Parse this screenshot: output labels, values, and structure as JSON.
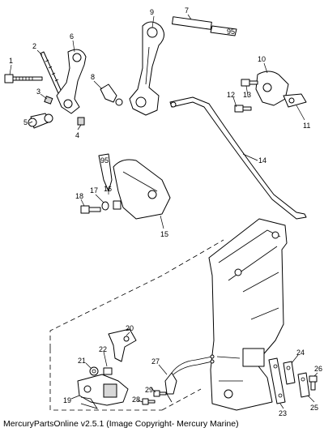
{
  "diagram": {
    "callouts": [
      {
        "id": "c1",
        "label": "1"
      },
      {
        "id": "c2",
        "label": "2"
      },
      {
        "id": "c3",
        "label": "3"
      },
      {
        "id": "c4",
        "label": "4"
      },
      {
        "id": "c5",
        "label": "5"
      },
      {
        "id": "c6",
        "label": "6"
      },
      {
        "id": "c7",
        "label": "7"
      },
      {
        "id": "c8",
        "label": "8"
      },
      {
        "id": "c9",
        "label": "9"
      },
      {
        "id": "c10",
        "label": "10"
      },
      {
        "id": "c11",
        "label": "11"
      },
      {
        "id": "c12",
        "label": "12"
      },
      {
        "id": "c13",
        "label": "13"
      },
      {
        "id": "c14",
        "label": "14"
      },
      {
        "id": "c15",
        "label": "15"
      },
      {
        "id": "c16",
        "label": "16"
      },
      {
        "id": "c17",
        "label": "17"
      },
      {
        "id": "c18",
        "label": "18"
      },
      {
        "id": "c19",
        "label": "19"
      },
      {
        "id": "c20",
        "label": "20"
      },
      {
        "id": "c21",
        "label": "21"
      },
      {
        "id": "c22",
        "label": "22"
      },
      {
        "id": "c23",
        "label": "23"
      },
      {
        "id": "c24",
        "label": "24"
      },
      {
        "id": "c25",
        "label": "25"
      },
      {
        "id": "c26",
        "label": "26"
      },
      {
        "id": "c27",
        "label": "27"
      },
      {
        "id": "c28",
        "label": "28"
      },
      {
        "id": "c29",
        "label": "29"
      }
    ],
    "tags": {
      "tube_7": "95",
      "tube_16": "95"
    }
  },
  "caption": "MercuryPartsOnline v2.5.1 (Image Copyright- Mercury Marine)"
}
